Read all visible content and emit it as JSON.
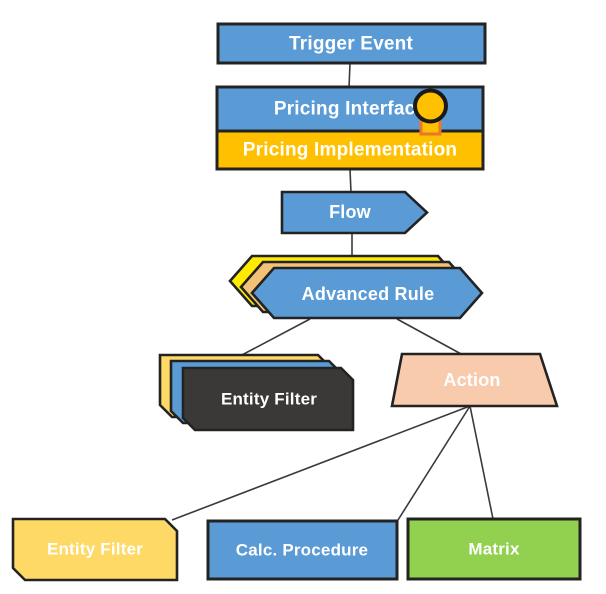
{
  "diagram": {
    "nodes": {
      "trigger_event": {
        "label": "Trigger Event"
      },
      "pricing_interface": {
        "label": "Pricing Interface"
      },
      "pricing_implementation": {
        "label": "Pricing Implementation"
      },
      "flow": {
        "label": "Flow"
      },
      "advanced_rule": {
        "label": "Advanced Rule"
      },
      "entity_filter_stack": {
        "label": "Entity Filter"
      },
      "action": {
        "label": "Action"
      },
      "entity_filter": {
        "label": "Entity Filter"
      },
      "calc_procedure": {
        "label": "Calc. Procedure"
      },
      "matrix": {
        "label": "Matrix"
      }
    },
    "icons": {
      "interface_lollipop": "lollipop-interface-icon"
    },
    "edges": [
      {
        "from": "trigger-event",
        "to": "pricing-interface"
      },
      {
        "from": "pricing-implementation",
        "to": "flow"
      },
      {
        "from": "flow",
        "to": "advanced-rule"
      },
      {
        "from": "advanced-rule",
        "to": "entity-filter-stack"
      },
      {
        "from": "advanced-rule",
        "to": "action"
      },
      {
        "from": "action",
        "to": "entity-filter"
      },
      {
        "from": "action",
        "to": "calc-procedure"
      },
      {
        "from": "action",
        "to": "matrix"
      }
    ],
    "colors": {
      "blue": "#5B9BD5",
      "amber": "#FFC000",
      "bright_yellow": "#FFEB00",
      "tan": "#F2C377",
      "soft_yellow": "#FFD966",
      "dark_gray": "#3B3838",
      "peach": "#F8CBAD",
      "green": "#92D050",
      "stem_orange": "#E8762C",
      "outline": "#232323",
      "connector": "#3a3a3a",
      "text": "#FFFFFF"
    }
  }
}
